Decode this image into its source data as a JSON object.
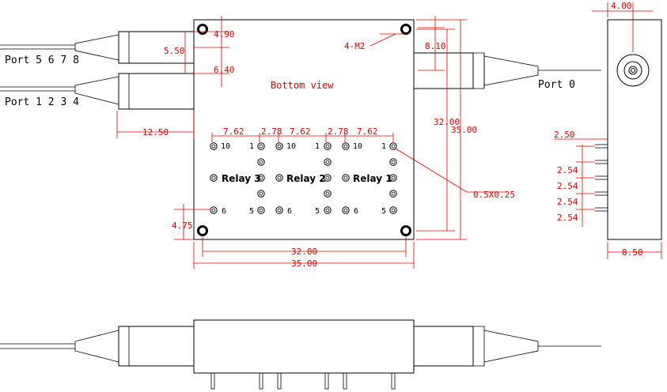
{
  "labels": {
    "port_5678": "Port 5 6 7 8",
    "port_1234": "Port 1 2 3 4",
    "port_0": "Port 0",
    "bottom_view": "Bottom view",
    "relay_3": "Relay 3",
    "relay_2": "Relay 2",
    "relay_1": "Relay 1"
  },
  "pins": {
    "top_left": "10",
    "top_right": "1",
    "bottom_left": "6",
    "bottom_right": "5"
  },
  "dimensions": {
    "d_4_90": "4.90",
    "d_5_50": "5.50",
    "d_6_40": "6.40",
    "d_12_50": "12.50",
    "d_4_M2": "4-M2",
    "d_8_10": "8.10",
    "d_32_00_v": "32.00",
    "d_35_00_v": "35.00",
    "d_7_62": "7.62",
    "d_2_78": "2.78",
    "d_0_5x0_25": "0.5X0.25",
    "d_4_75": "4.75",
    "d_32_00_h": "32.00",
    "d_35_00_h": "35.00",
    "d_4_00": "4.00",
    "d_2_50": "2.50",
    "d_2_54": "2.54",
    "d_8_50": "8.50"
  },
  "colors": {
    "outline": "#000000",
    "dimension": "#e00000"
  }
}
